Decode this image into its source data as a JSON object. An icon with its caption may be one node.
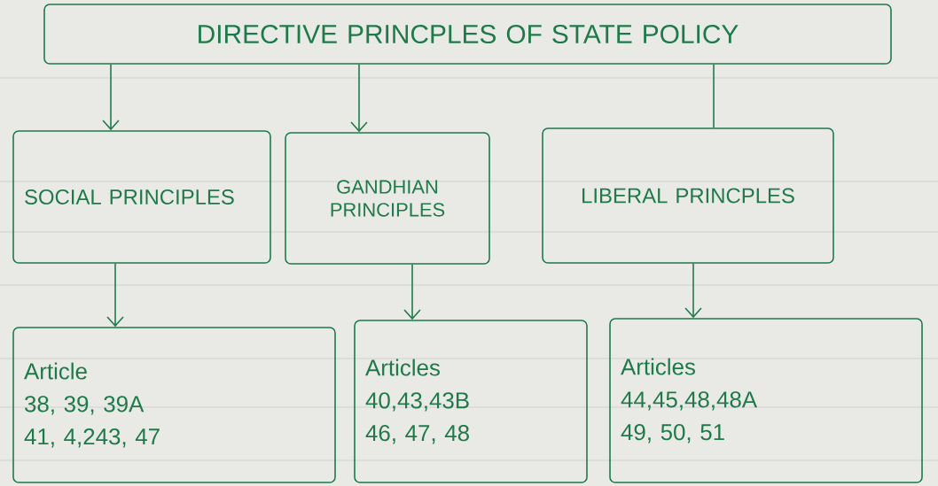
{
  "diagram": {
    "nodes": [
      {
        "text": [
          "DIRECTIVE PRINCPLES OF STATE POLICY"
        ]
      },
      {
        "text": [
          "SOCIAL PRINCIPLES"
        ]
      },
      {
        "text": [
          "GANDHIAN PRINCIPLES"
        ]
      },
      {
        "text": [
          "LIBERAL PRINCPLES"
        ]
      },
      {
        "text": [
          "Article",
          "38, 39, 39A",
          "41, 4,243, 47"
        ]
      },
      {
        "text": [
          "Articles",
          "40,43,43B",
          "46, 47, 48"
        ]
      },
      {
        "text": [
          "Articles",
          "44,45,48,48A",
          "49, 50, 51"
        ]
      }
    ],
    "edges": [
      {
        "from": 0,
        "to": 1,
        "arrow": "to"
      },
      {
        "from": 0,
        "to": 2,
        "arrow": "to"
      },
      {
        "from": 0,
        "to": 3,
        "arrow": "none"
      },
      {
        "from": 1,
        "to": 4,
        "arrow": "to"
      },
      {
        "from": 2,
        "to": 5,
        "arrow": "to"
      },
      {
        "from": 3,
        "to": 6,
        "arrow": "to"
      }
    ]
  }
}
